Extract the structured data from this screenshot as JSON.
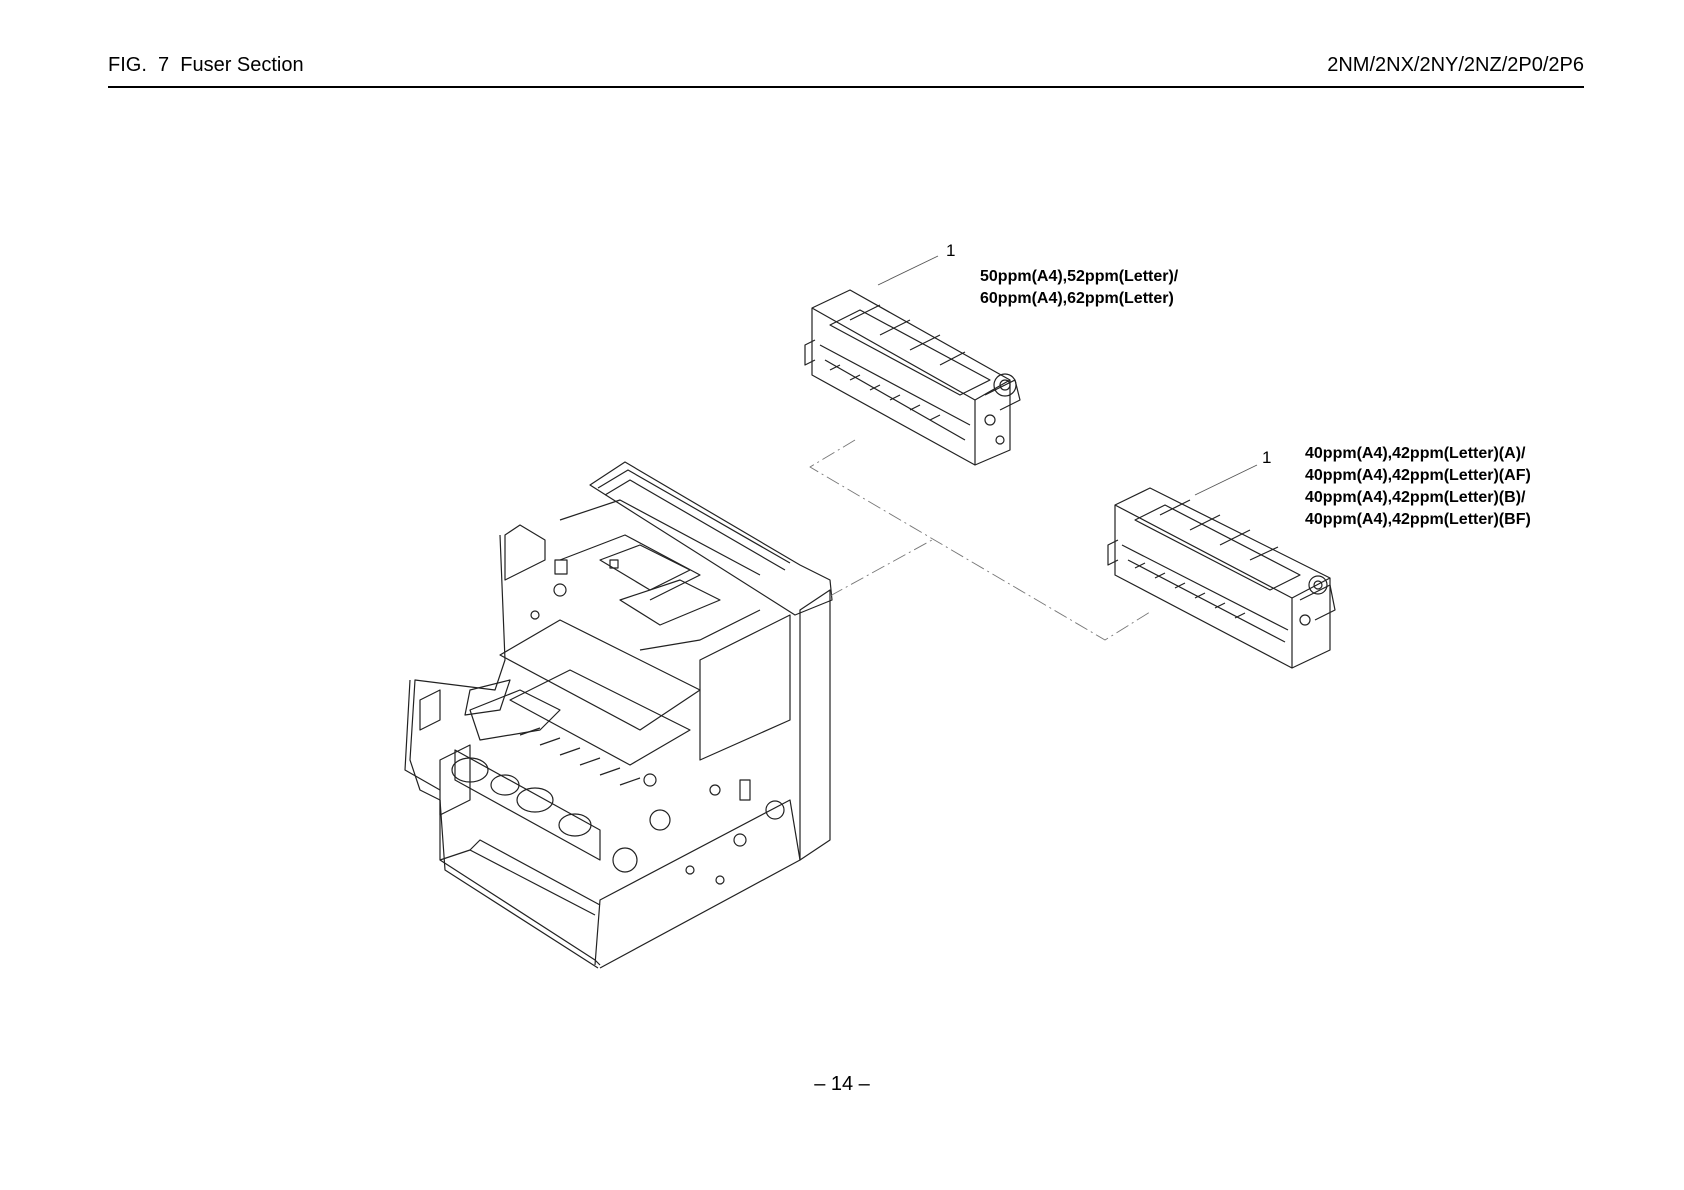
{
  "header": {
    "figure_title": "FIG.  7  Fuser Section",
    "model_codes": "2NM/2NX/2NY/2NZ/2P0/2P6"
  },
  "callouts": {
    "upper_fuser_ref": "1",
    "lower_fuser_ref": "1"
  },
  "variants": {
    "upper": [
      "50ppm(A4),52ppm(Letter)/",
      "60ppm(A4),62ppm(Letter)"
    ],
    "lower": [
      "40ppm(A4),42ppm(Letter)(A)/",
      "40ppm(A4),42ppm(Letter)(AF)",
      "40ppm(A4),42ppm(Letter)(B)/",
      "40ppm(A4),42ppm(Letter)(BF)"
    ]
  },
  "footer": {
    "page_number": "– 14 –"
  }
}
